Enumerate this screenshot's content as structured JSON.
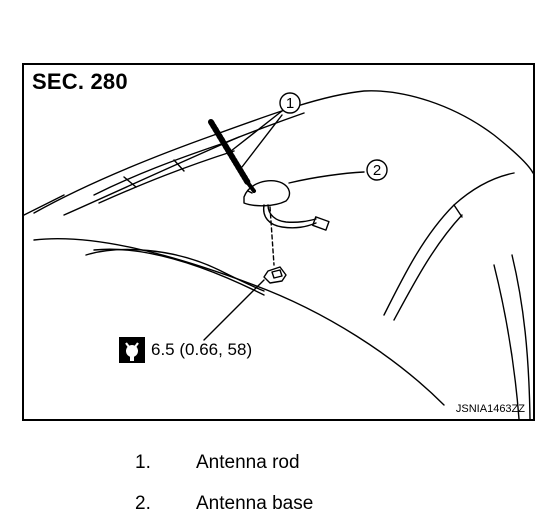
{
  "figure": {
    "section_label": "SEC. 280",
    "callouts": [
      "1",
      "2"
    ],
    "torque_icon": "torque-wrench-icon",
    "torque_value": "6.5 (0.66, 58)",
    "figure_code": "JSNIA1463ZZ"
  },
  "legend": [
    {
      "number": "1.",
      "text": "Antenna rod"
    },
    {
      "number": "2.",
      "text": "Antenna base"
    }
  ]
}
